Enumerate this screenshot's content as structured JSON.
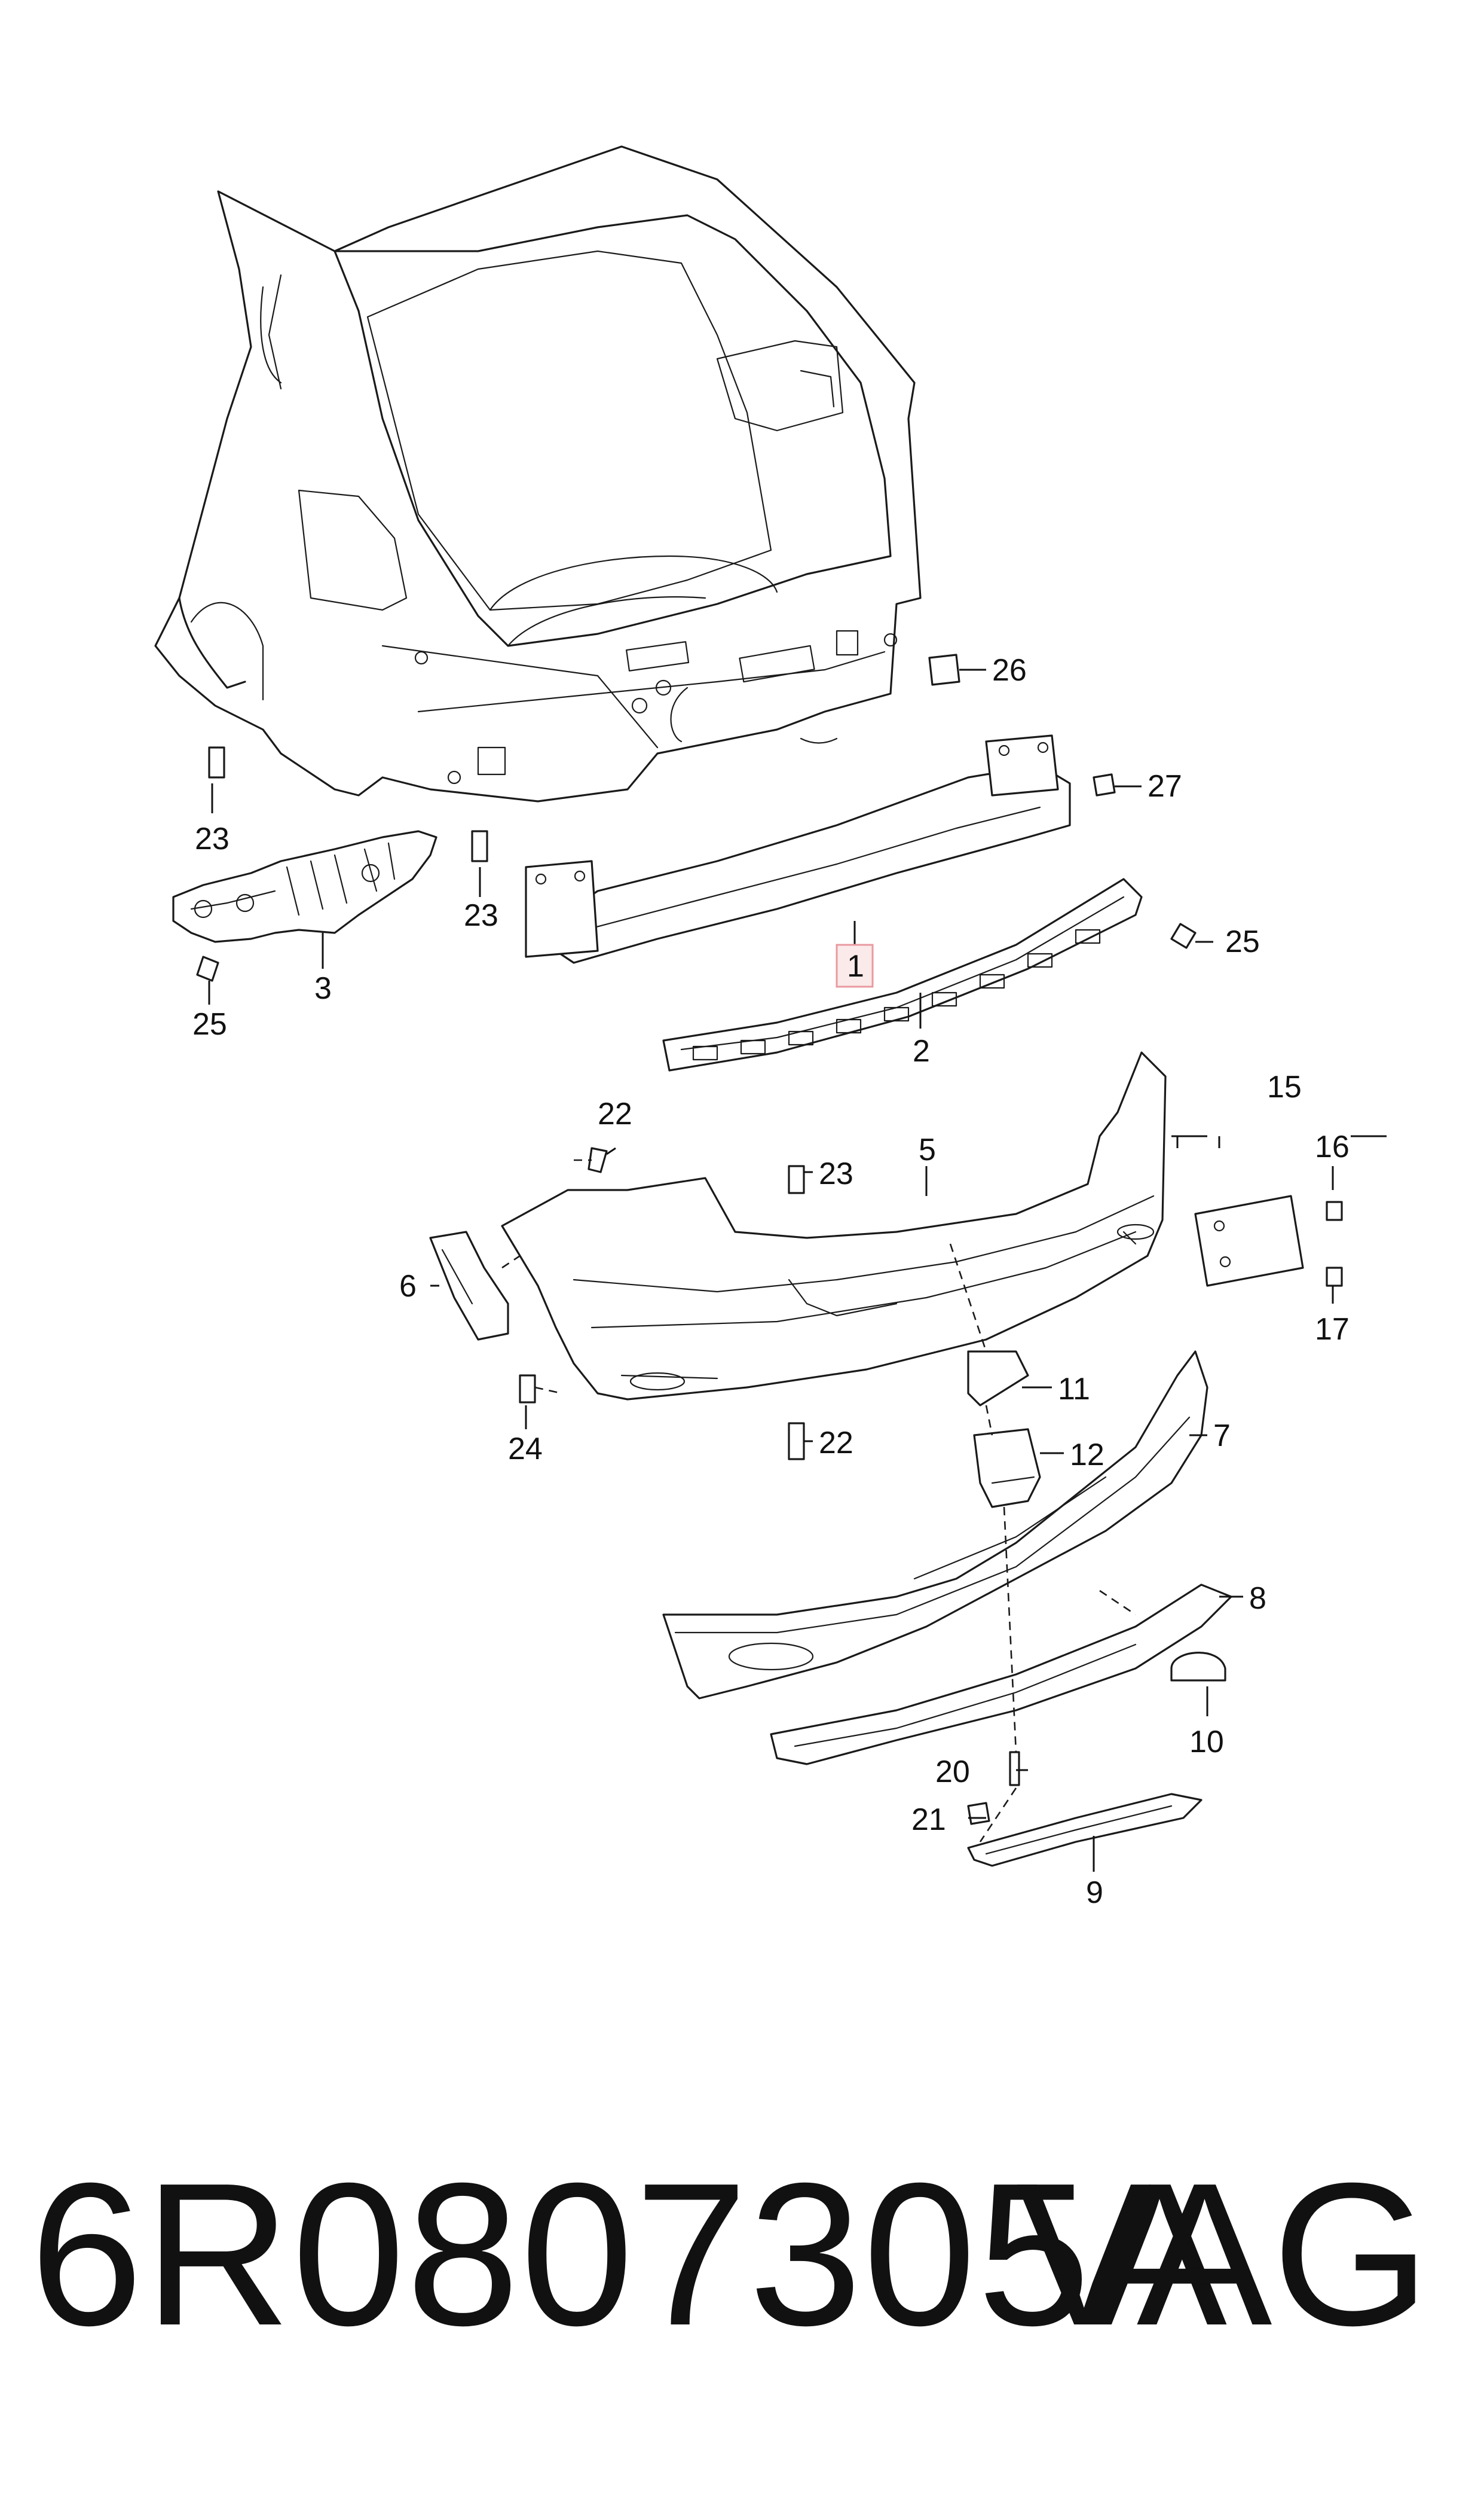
{
  "caption": {
    "part_number": "6R0807305A",
    "brand": "VAG"
  },
  "diagram": {
    "highlighted_callout": "1",
    "callouts": {
      "c1": "1",
      "c2": "2",
      "c3": "3",
      "c5": "5",
      "c6": "6",
      "c7": "7",
      "c8": "8",
      "c9": "9",
      "c10": "10",
      "c11": "11",
      "c12": "12",
      "c15": "15",
      "c16": "16",
      "c17": "17",
      "c20": "20",
      "c21": "21",
      "c22a": "22",
      "c22b": "22",
      "c23a": "23",
      "c23b": "23",
      "c23c": "23",
      "c24": "24",
      "c25a": "25",
      "c25b": "25",
      "c26": "26",
      "c27": "27"
    },
    "highlight_color": "#e89aa0"
  }
}
